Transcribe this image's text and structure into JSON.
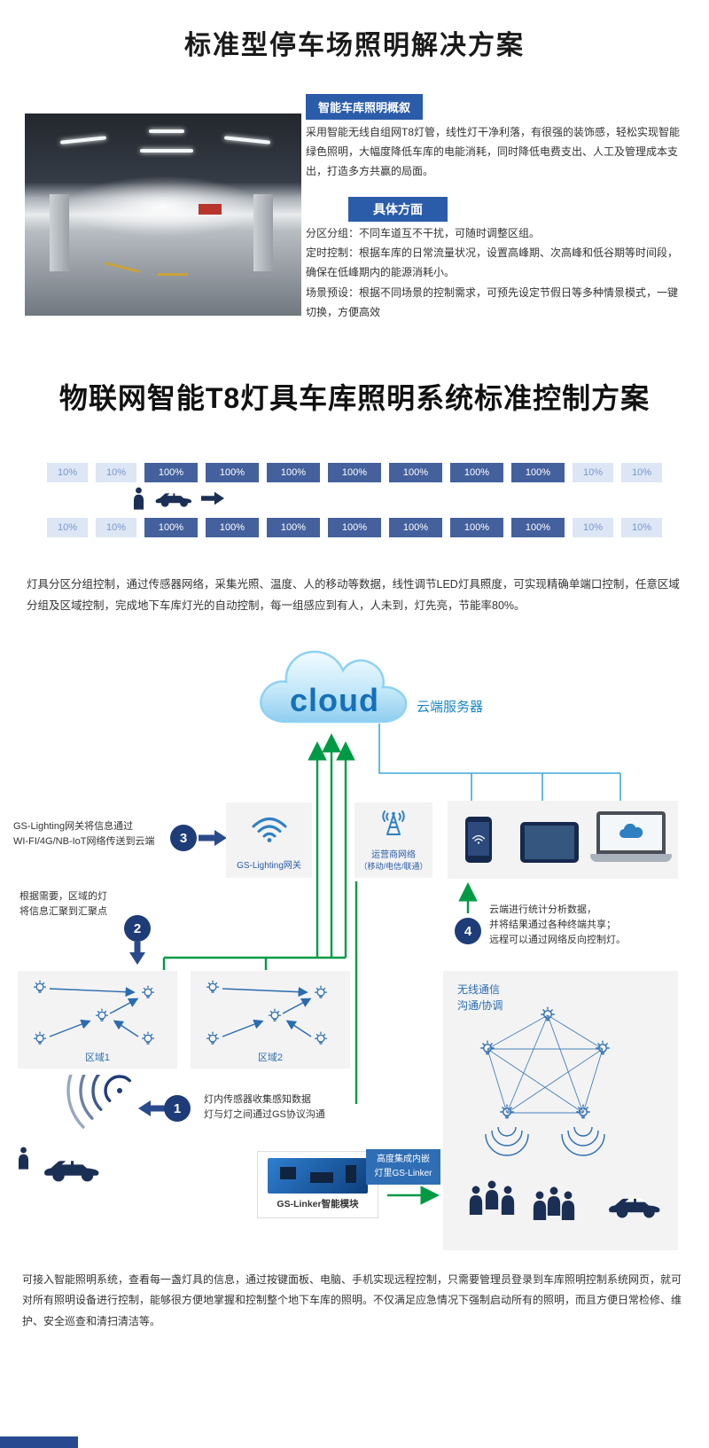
{
  "page": {
    "title": "标准型停车场照明解决方案",
    "section2_title": "物联网智能T8灯具车库照明系统标准控制方案"
  },
  "overview": {
    "header": "智能车库照明概叙",
    "body": "采用智能无线自组网T8灯管，线性灯干净利落，有很强的装饰感，轻松实现智能绿色照明，大幅度降低车库的电能消耗，同时降低电费支出、人工及管理成本支出，打造多方共赢的局面。",
    "details_header": "具体方面",
    "details": [
      "分区分组：不同车道互不干扰，可随时调整区组。",
      "定时控制：根据车库的日常流量状况，设置高峰期、次高峰和低谷期等时间段，确保在低峰期内的能源消耗小。",
      "场景预设：根据不同场景的控制需求，可预先设定节假日等多种情景模式，一键切换，方便高效"
    ]
  },
  "zoning": {
    "row1": [
      "10%",
      "10%",
      "100%",
      "100%",
      "100%",
      "100%",
      "100%",
      "100%",
      "100%",
      "10%",
      "10%"
    ],
    "row2": [
      "10%",
      "10%",
      "100%",
      "100%",
      "100%",
      "100%",
      "100%",
      "100%",
      "100%",
      "10%",
      "10%"
    ],
    "description": "灯具分区分组控制，通过传感器网络，采集光照、温度、人的移动等数据，线性调节LED灯具照度，可实现精确单端口控制，任意区域分组及区域控制，完成地下车库灯光的自动控制，每一组感应到有人，人未到，灯先亮，节能率80%。"
  },
  "diagram": {
    "cloud_text": "cloud",
    "cloud_label": "云端服务器",
    "gateway_label": "GS-Lighting网关",
    "carrier_label": "运营商网络",
    "carrier_sub": "（移动/电信/联通）",
    "steps": {
      "step1": {
        "num": "1",
        "lines": [
          "灯内传感器收集感知数据",
          "灯与灯之间通过GS协议沟通"
        ]
      },
      "step2": {
        "num": "2",
        "lines": [
          "根据需要，区域的灯",
          "将信息汇聚到汇聚点"
        ]
      },
      "step3": {
        "num": "3",
        "lines": [
          "GS-Lighting网关将信息通过",
          "WI-FI/4G/NB-IoT网络传送到云端"
        ]
      },
      "step4": {
        "num": "4",
        "lines": [
          "云端进行统计分析数据，",
          "并将结果通过各种终端共享；",
          "远程可以通过网络反向控制灯。"
        ]
      }
    },
    "region1_label": "区域1",
    "region2_label": "区域2",
    "wireless_lines": [
      "无线通信",
      "沟通/协调"
    ],
    "module_label": "GS-Linker智能模块",
    "embed_lines": [
      "高度集成内嵌",
      "灯里GS-Linker"
    ]
  },
  "footer": {
    "paragraph": "可接入智能照明系统，查看每一盏灯具的信息，通过按键面板、电脑、手机实现远程控制，只需要管理员登录到车库照明控制系统网页，就可对所有照明设备进行控制，能够很方便地掌握和控制整个地下车库的照明。不仅满足应急情况下强制启动所有的照明，而且方便日常检修、维护、安全巡查和清扫清洁等。"
  },
  "colors": {
    "accent_blue": "#2a5caa",
    "step_circle": "#1e3c78",
    "green_arrow": "#009a44",
    "connector_blue": "#3fa9d9",
    "zone_on": "#44619e",
    "zone_off_bg": "#dce6f4"
  },
  "icons": [
    "cloud-icon",
    "wifi-icon",
    "antenna-icon",
    "phone-icon",
    "tablet-icon",
    "laptop-icon",
    "bulb-icon",
    "person-icon",
    "car-icon",
    "arrow-right-icon",
    "wifi-ripple-icon"
  ]
}
